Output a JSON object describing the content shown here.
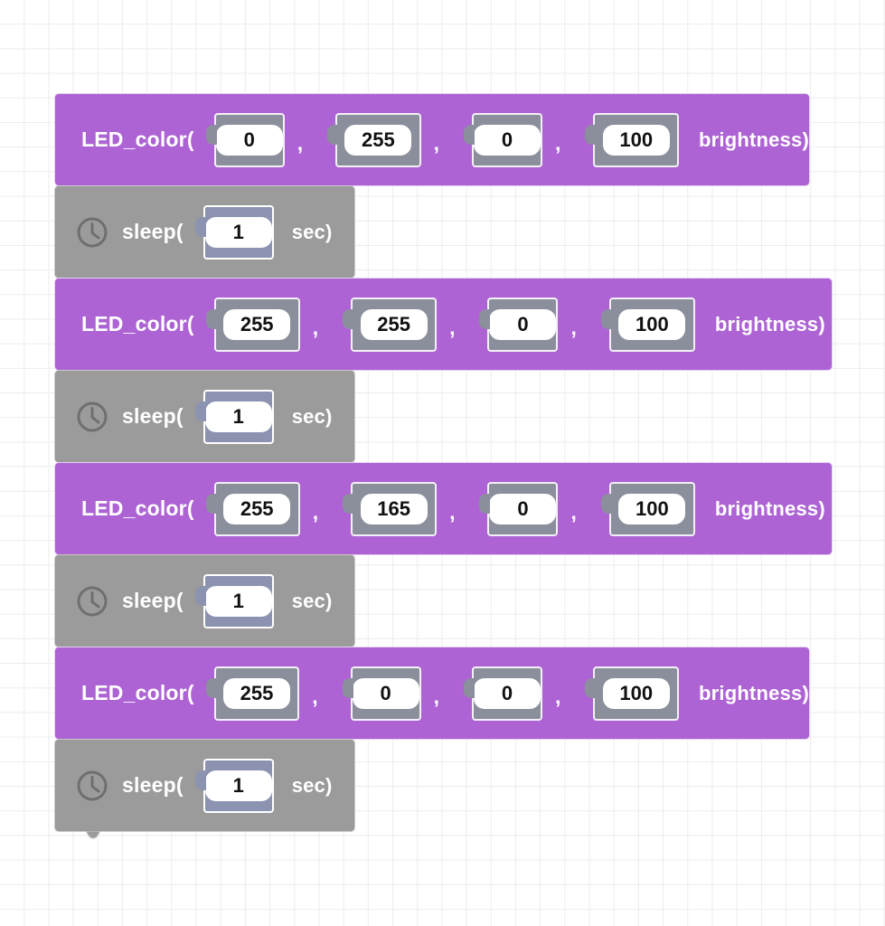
{
  "workspace": {
    "background": "#ffffff",
    "grid_color": "#ececec",
    "grid_size": 27
  },
  "palette": {
    "led_block_color": "#ad63d4",
    "sleep_block_color": "#9b9b9b",
    "number_socket_color": "#8b8f9c",
    "time_socket_color": "#8b93b0",
    "field_background": "#ffffff",
    "text_color": "#ffffff"
  },
  "program": {
    "blocks": [
      {
        "type": "led_color",
        "name": "LED_color",
        "prefix_label": "LED_color(",
        "suffix_label": "brightness)",
        "separator": ",",
        "args": [
          {
            "label": "red",
            "value": "0"
          },
          {
            "label": "green",
            "value": "255"
          },
          {
            "label": "blue",
            "value": "0"
          },
          {
            "label": "brightness",
            "value": "100"
          }
        ]
      },
      {
        "type": "sleep",
        "name": "sleep",
        "icon": "clock-icon",
        "prefix_label": "sleep(",
        "suffix_label": "sec)",
        "args": [
          {
            "label": "seconds",
            "value": "1"
          }
        ]
      },
      {
        "type": "led_color",
        "name": "LED_color",
        "prefix_label": "LED_color(",
        "suffix_label": "brightness)",
        "separator": ",",
        "args": [
          {
            "label": "red",
            "value": "255"
          },
          {
            "label": "green",
            "value": "255"
          },
          {
            "label": "blue",
            "value": "0"
          },
          {
            "label": "brightness",
            "value": "100"
          }
        ]
      },
      {
        "type": "sleep",
        "name": "sleep",
        "icon": "clock-icon",
        "prefix_label": "sleep(",
        "suffix_label": "sec)",
        "args": [
          {
            "label": "seconds",
            "value": "1"
          }
        ]
      },
      {
        "type": "led_color",
        "name": "LED_color",
        "prefix_label": "LED_color(",
        "suffix_label": "brightness)",
        "separator": ",",
        "args": [
          {
            "label": "red",
            "value": "255"
          },
          {
            "label": "green",
            "value": "165"
          },
          {
            "label": "blue",
            "value": "0"
          },
          {
            "label": "brightness",
            "value": "100"
          }
        ]
      },
      {
        "type": "sleep",
        "name": "sleep",
        "icon": "clock-icon",
        "prefix_label": "sleep(",
        "suffix_label": "sec)",
        "args": [
          {
            "label": "seconds",
            "value": "1"
          }
        ]
      },
      {
        "type": "led_color",
        "name": "LED_color",
        "prefix_label": "LED_color(",
        "suffix_label": "brightness)",
        "separator": ",",
        "args": [
          {
            "label": "red",
            "value": "255"
          },
          {
            "label": "green",
            "value": "0"
          },
          {
            "label": "blue",
            "value": "0"
          },
          {
            "label": "brightness",
            "value": "100"
          }
        ]
      },
      {
        "type": "sleep",
        "name": "sleep",
        "icon": "clock-icon",
        "prefix_label": "sleep(",
        "suffix_label": "sec)",
        "args": [
          {
            "label": "seconds",
            "value": "1"
          }
        ]
      }
    ]
  }
}
